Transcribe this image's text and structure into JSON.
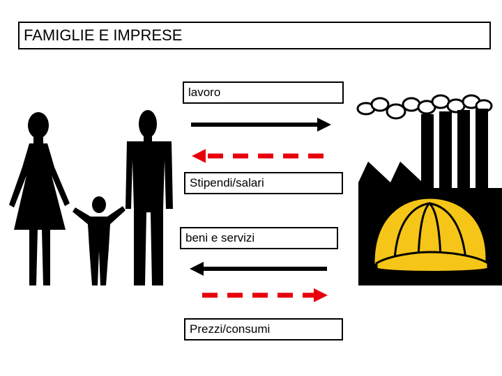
{
  "title": "FAMIGLIE E IMPRESE",
  "flows": {
    "lavoro": "lavoro",
    "stipendi": "Stipendi/salari",
    "beni": "beni e servizi",
    "prezzi": "Prezzi/consumi"
  },
  "colors": {
    "real_flow": "#000000",
    "money_flow": "#e8000b",
    "helmet": "#f5c518",
    "factory": "#000000"
  },
  "icons": {
    "family": "family-icon",
    "factory": "factory-icon",
    "helmet": "hard-hat-icon"
  }
}
